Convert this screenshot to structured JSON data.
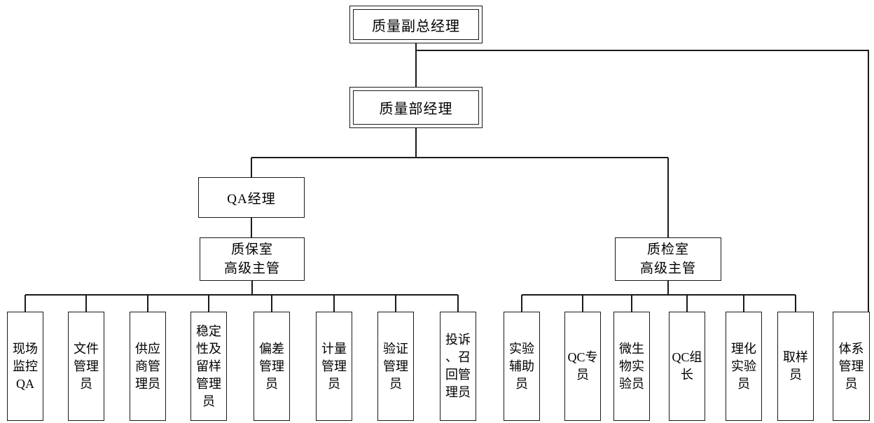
{
  "org": {
    "root": {
      "label": "质量副总经理"
    },
    "dept_manager": {
      "label": "质量部经理"
    },
    "qa_manager": {
      "label": "QA经理"
    },
    "qa_office_supervisor": {
      "label": "质保室\n高级主管"
    },
    "qc_office_supervisor": {
      "label": "质检室\n高级主管"
    },
    "system_admin": {
      "label": "体系管理员"
    },
    "qa_children": [
      {
        "label": "现场监控QA"
      },
      {
        "label": "文件管理员"
      },
      {
        "label": "供应商管理员"
      },
      {
        "label": "稳定性及留样管理员"
      },
      {
        "label": "偏差管理员"
      },
      {
        "label": "计量管理员"
      },
      {
        "label": "验证管理员"
      },
      {
        "label": "投诉、召回管理员"
      }
    ],
    "qc_children": [
      {
        "label": "实验辅助员"
      },
      {
        "label": "QC专员"
      },
      {
        "label": "微生物实验员"
      },
      {
        "label": "QC组长"
      },
      {
        "label": "理化实验员"
      },
      {
        "label": "取样员"
      }
    ]
  }
}
